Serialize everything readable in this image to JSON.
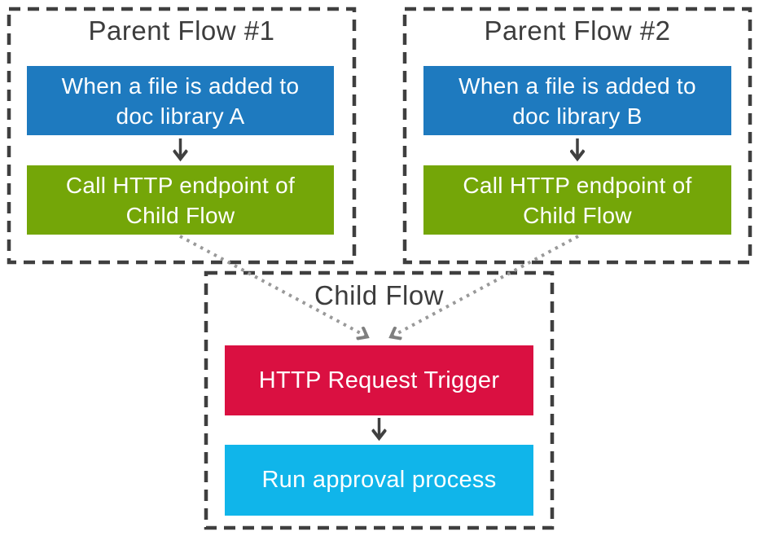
{
  "flows": {
    "parent1": {
      "title": "Parent Flow #1",
      "trigger_line1": "When a file is added to",
      "trigger_line2": "doc library A",
      "action_line1": "Call HTTP endpoint of",
      "action_line2": "Child Flow"
    },
    "parent2": {
      "title": "Parent Flow #2",
      "trigger_line1": "When a file is added to",
      "trigger_line2": "doc library B",
      "action_line1": "Call HTTP endpoint of",
      "action_line2": "Child Flow"
    },
    "child": {
      "title": "Child Flow",
      "trigger": "HTTP Request Trigger",
      "action": "Run approval process"
    }
  },
  "colors": {
    "trigger_blue": "#1E7ABF",
    "action_green": "#74A608",
    "trigger_crimson": "#DA1041",
    "action_cyan": "#10B5EA",
    "container_border": "#3F3F3F",
    "title_text": "#3C3C3C",
    "box_text": "#FFFFFF",
    "solid_arrow": "#404040",
    "dotted_connector": "#999999",
    "dotted_arrowhead": "#7F7F7F"
  }
}
